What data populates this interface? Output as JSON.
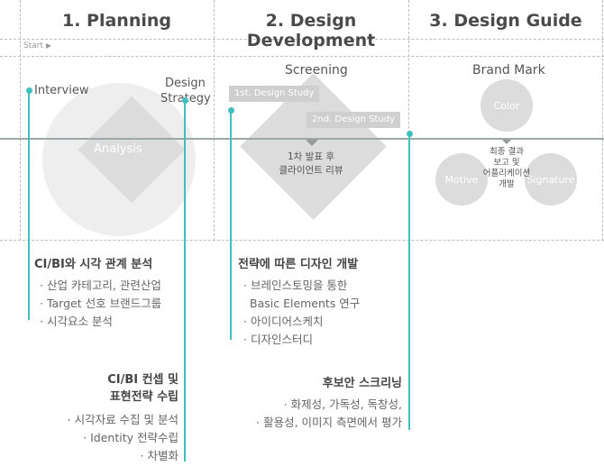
{
  "phases": [
    "1. Planning",
    "2. Design Development",
    "3. Design Guide"
  ],
  "start_label": "Start",
  "planning": {
    "interview": "Interview",
    "design_strategy": [
      "Design",
      "Strategy"
    ],
    "analysis": "Analysis"
  },
  "development": {
    "screening": "Screening",
    "study1": "1st. Design Study",
    "study2": "2nd. Design Study",
    "review": [
      "1차 발표 후",
      "클라이언트 리뷰"
    ]
  },
  "guide": {
    "brand_mark": "Brand Mark",
    "color": "Color",
    "motive": "Motive",
    "signature": "Signature",
    "final": [
      "최종 결과",
      "보고 및",
      "어플리케이션",
      "개발"
    ]
  },
  "section1": {
    "title": "CI/BI와 시각 관계 분석",
    "items": [
      "· 산업 카테고리, 관련산업",
      "· Target 선호 브랜드그룹",
      "· 시각요소 분석"
    ]
  },
  "section2": {
    "title": [
      "CI/BI 컨셉 및",
      "표현전략 수립"
    ],
    "items": [
      "· 시각자료 수집 및 분석",
      "· Identity 전략수립",
      "· 차별화"
    ]
  },
  "section3": {
    "title": "전략에 따른 디자인 개발",
    "items": [
      "· 브레인스토밍을 통한",
      "Basic Elements 연구",
      "· 아이디어스케치",
      "· 디자인스터디"
    ]
  },
  "section4": {
    "title": "후보안 스크리닝",
    "items": [
      "· 화제성, 가독성, 독창성,",
      "· 활용성, 이미지 측면에서 평가"
    ]
  },
  "colors": {
    "accent": "#3fc0c0",
    "shape": "#dcdcdc",
    "tag": "#cfcfcf",
    "line": "#9aa8a8"
  }
}
